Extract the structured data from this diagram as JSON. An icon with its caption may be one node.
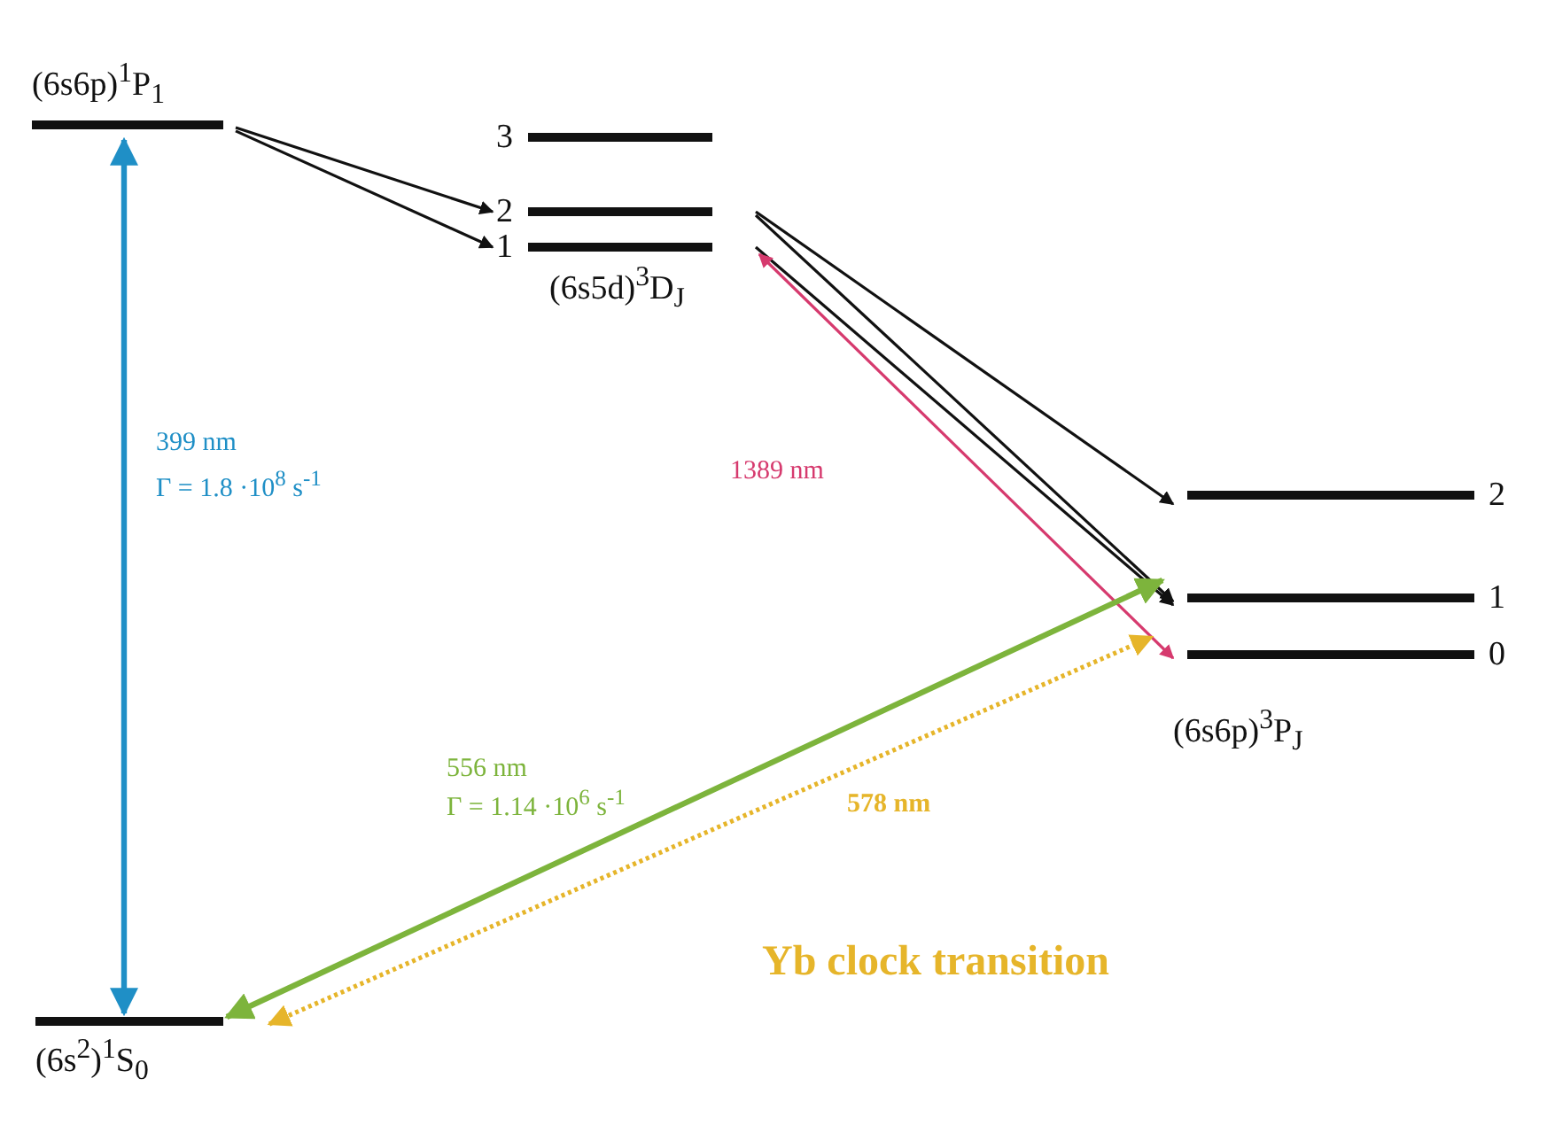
{
  "diagram": {
    "nodes": [
      {
        "text": [
          "(6s6p)$^{1}$P$_{1}$"
        ]
      },
      {
        "text": [
          "3"
        ]
      },
      {
        "text": [
          "2"
        ]
      },
      {
        "text": [
          "1"
        ]
      },
      {
        "text": [
          "2"
        ]
      },
      {
        "text": [
          "1"
        ]
      },
      {
        "text": [
          "0"
        ]
      },
      {
        "text": [
          "(6s$^{2}$)$^{1}$S$_{0}$"
        ]
      }
    ],
    "edges": [
      {
        "from": 0,
        "to": 2,
        "arrow": "to"
      },
      {
        "from": 0,
        "to": 3,
        "arrow": "to"
      },
      {
        "from": 2,
        "to": 4,
        "arrow": "to"
      },
      {
        "from": 2,
        "to": 5,
        "arrow": "to"
      },
      {
        "from": 3,
        "to": 5,
        "arrow": "to"
      },
      {
        "from": 3,
        "to": 6,
        "arrow": "both",
        "label": "1389 nm",
        "color": "#d63a6e"
      },
      {
        "from": 0,
        "to": 7,
        "arrow": "both",
        "label": "399 nm",
        "color": "#1f8fc6",
        "style": "thick"
      },
      {
        "from": 7,
        "to": 5,
        "arrow": "both",
        "label": "556 nm",
        "color": "#7db43c",
        "style": "thick"
      },
      {
        "from": 7,
        "to": 6,
        "arrow": "both",
        "label": "578 nm",
        "color": "#e6b52a",
        "style": "dashed"
      }
    ],
    "labels": [
      "(6s5d)$^{3}$D$_{J}$",
      "Γ = 1.8 ·10$^{8}$ s$^{-1}$",
      "Γ = 1.14 ·10$^{6}$ s$^{-1}$",
      "(6s6p)$^{3}$P$_{J}$",
      "Yb clock transition"
    ]
  }
}
